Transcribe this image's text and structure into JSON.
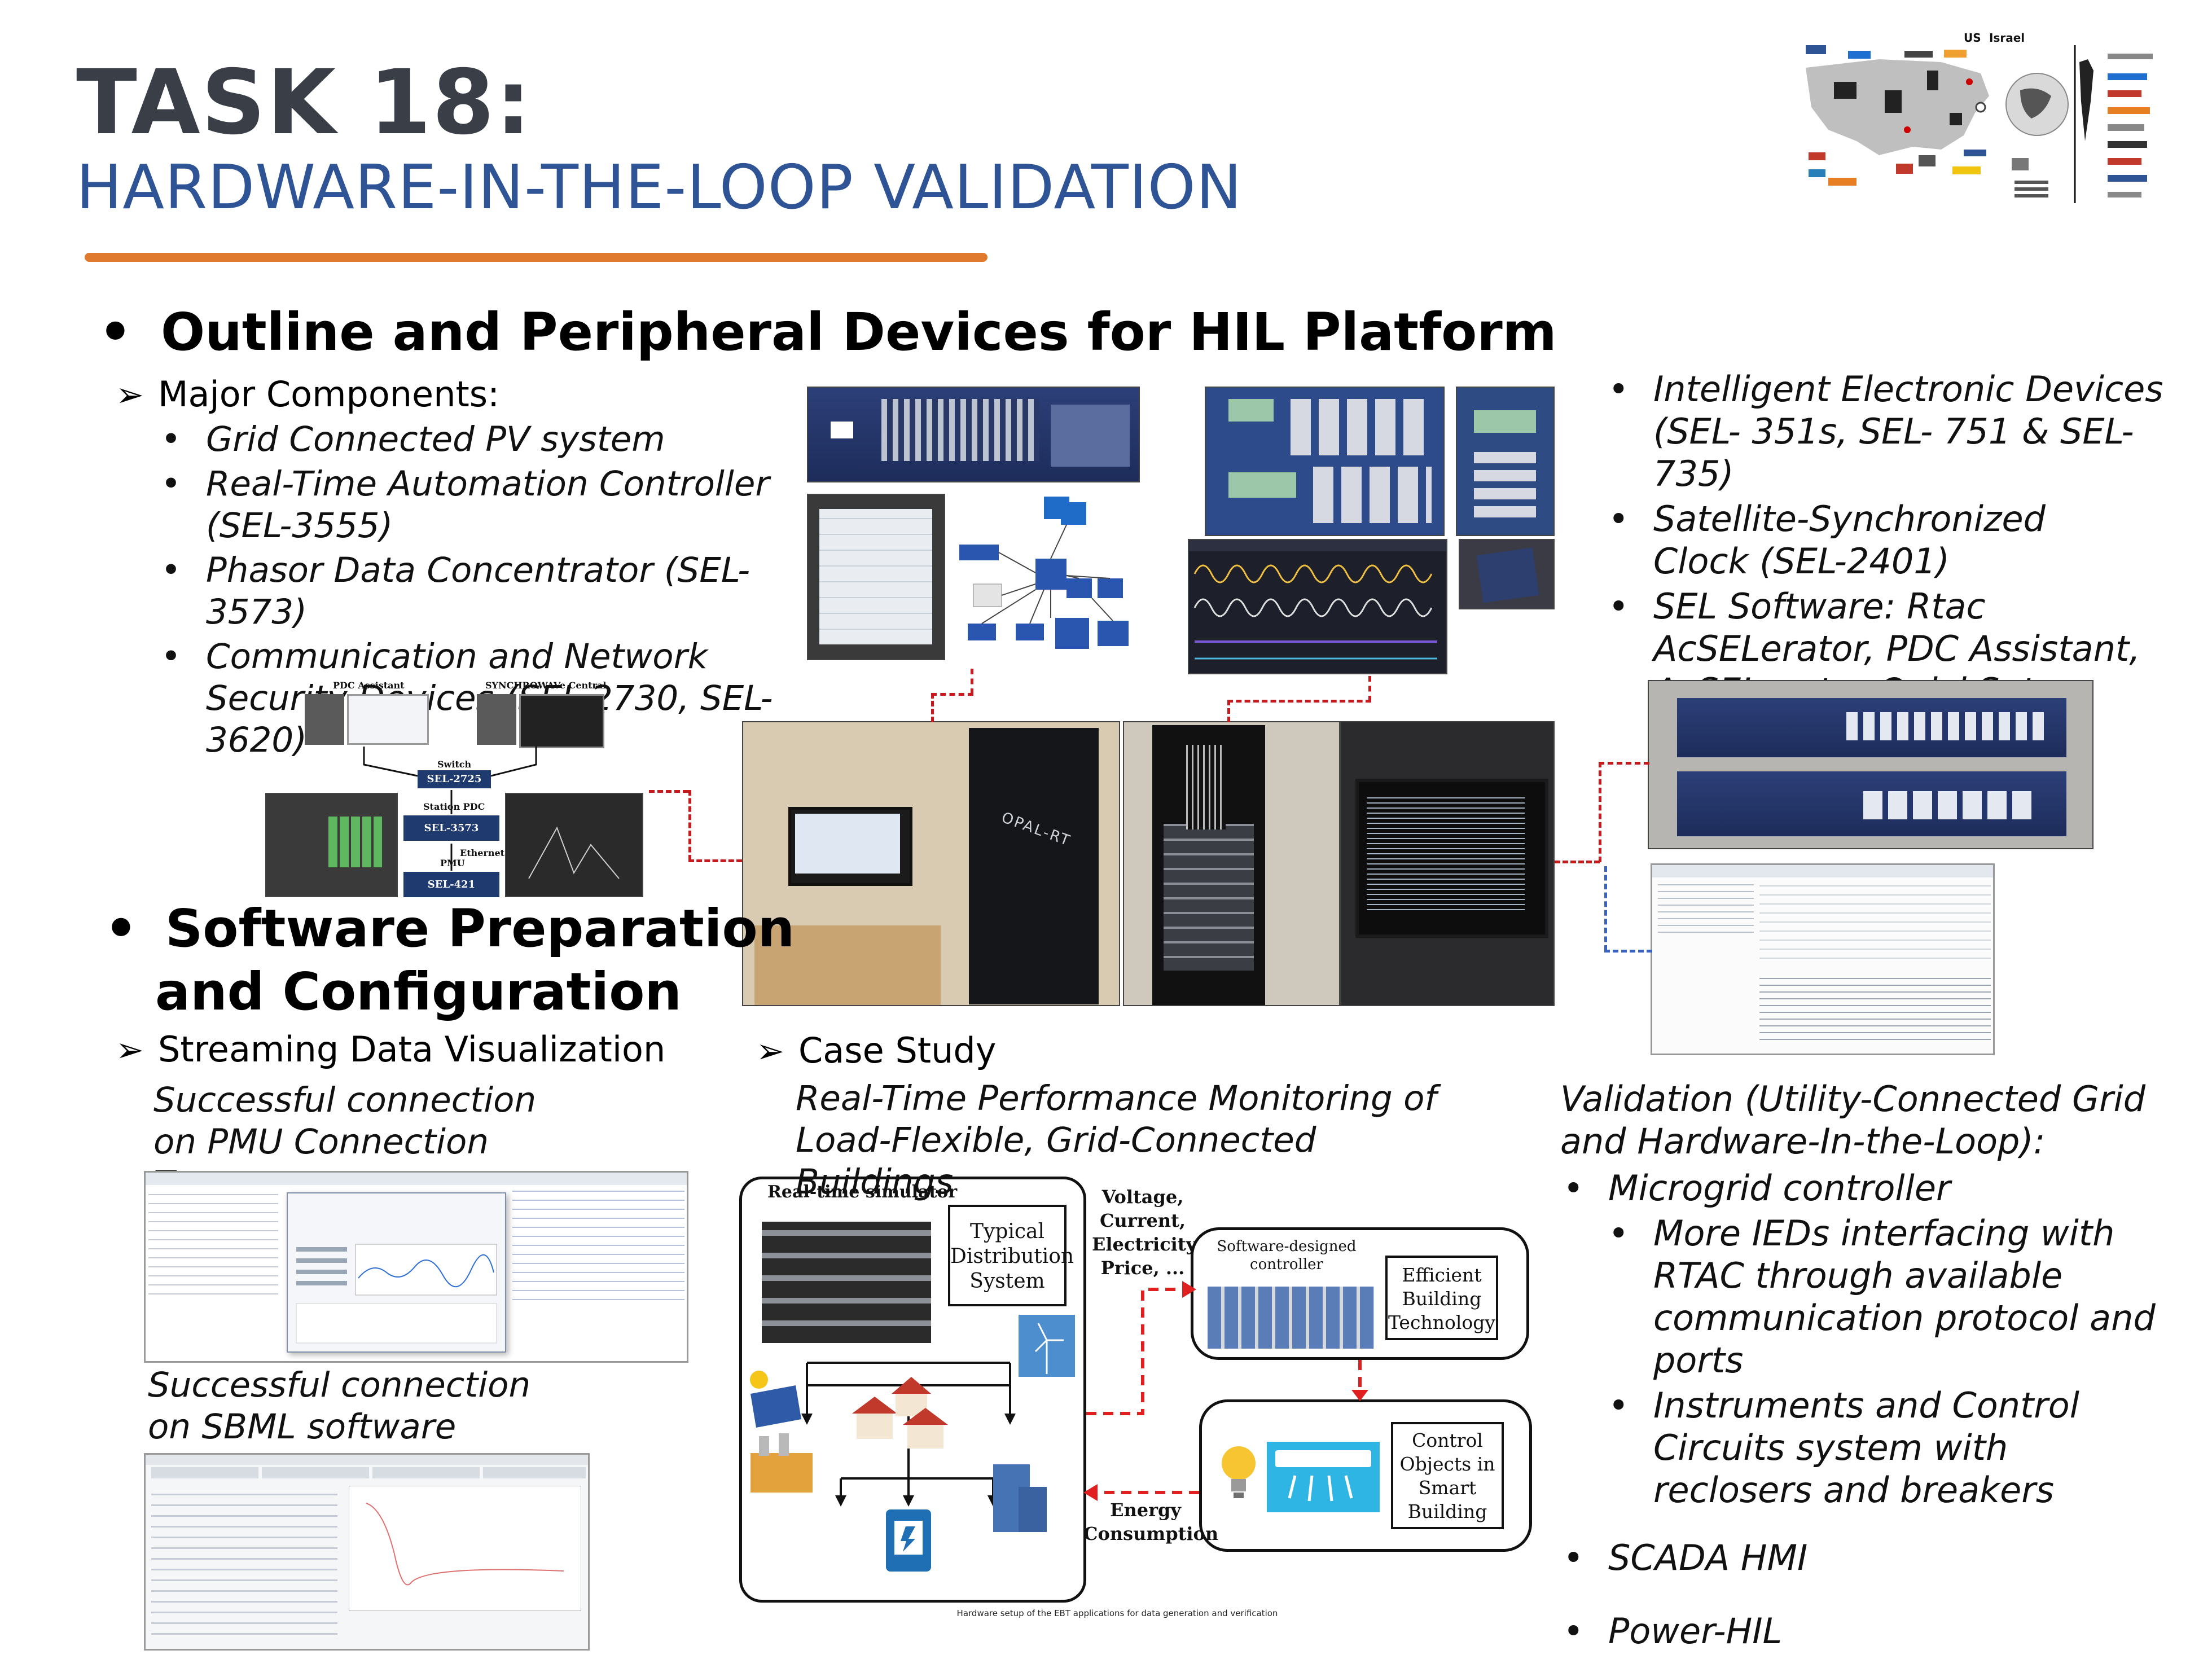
{
  "title": {
    "main": "TASK 18:",
    "sub": "HARDWARE-IN-THE-LOOP VALIDATION"
  },
  "partner_map": {
    "country_labels": [
      "US",
      "Israel"
    ]
  },
  "outline": {
    "heading": "Outline and Peripheral Devices for HIL Platform",
    "major_components_label": "Major Components:",
    "components": [
      "Grid Connected PV system",
      "Real-Time Automation Controller (SEL-3555)",
      "Phasor Data Concentrator (SEL-3573)",
      "Communication and Network Security Devices (SEL-2730, SEL-3620)"
    ],
    "right_items": [
      "Intelligent Electronic Devices (SEL- 351s, SEL- 751 & SEL-735)",
      "Satellite-Synchronized Clock (SEL-2401)",
      "SEL Software: Rtac AcSELerator, PDC Assistant, AcSELerator QuickSet, SynchoWAVe Event."
    ]
  },
  "network_diagram": {
    "pdc_assistant": "PDC Assistant",
    "synchrowave": "SYNCHROWAVe Central",
    "switch_label": "Switch",
    "switch_box": "SEL-2725",
    "station_pdc": "Station PDC",
    "pdc_box": "SEL-3573",
    "ethernet": "Ethernet",
    "pmu": "PMU",
    "pmu_box": "SEL-421"
  },
  "opal": {
    "brand": "OPAL-RT"
  },
  "software": {
    "heading_line1": "Software Preparation",
    "heading_line2": "and Configuration",
    "streaming_label": "Streaming Data Visualization",
    "pmu_caption": "Successful connection on PMU Connection Tester",
    "sbml_caption": "Successful connection on SBML software"
  },
  "case_study": {
    "label": "Case Study",
    "title": "Real-Time Performance Monitoring of Load-Flexible, Grid-Connected Buildings",
    "diagram": {
      "simulator": "Real-time simulator",
      "typical_line1": "Typical",
      "typical_line2": "Distribution",
      "typical_line3": "System",
      "signals_line1": "Voltage,",
      "signals_line2": "Current,",
      "signals_line3": "Electricity",
      "signals_line4": "Price, ...",
      "controller_line1": "Software-designed",
      "controller_line2": "controller",
      "ebt_line1": "Efficient",
      "ebt_line2": "Building",
      "ebt_line3": "Technology",
      "control_line1": "Control",
      "control_line2": "Objects in",
      "control_line3": "Smart",
      "control_line4": "Building",
      "energy_line1": "Energy",
      "energy_line2": "Consumption",
      "caption": "Hardware setup of the EBT applications for data generation and verification"
    }
  },
  "validation": {
    "title": "Validation (Utility-Connected Grid and Hardware-In-the-Loop):",
    "microgrid": "Microgrid controller",
    "sub_items": [
      "More IEDs interfacing with RTAC through available communication protocol and ports",
      "Instruments and Control Circuits system with reclosers and breakers"
    ],
    "scada": "SCADA HMI",
    "power_hil": "Power-HIL"
  }
}
